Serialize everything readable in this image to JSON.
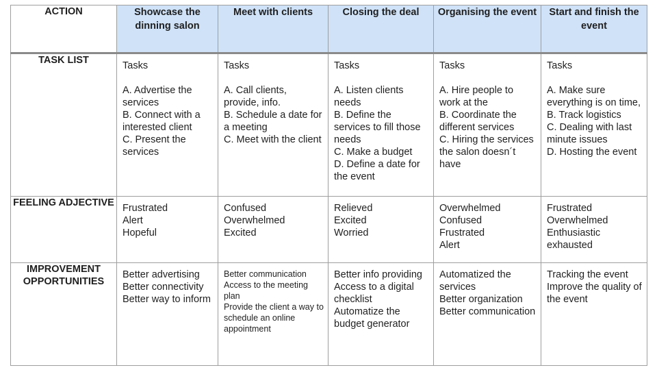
{
  "table": {
    "corner": "ACTION",
    "columns": [
      "Showcase the dinning salon",
      "Meet with clients",
      "Closing the deal",
      "Organising the event",
      "Start and finish the event"
    ],
    "rows": {
      "task_list": {
        "label": "TASK LIST",
        "cells": [
          {
            "heading": "Tasks",
            "lines": [
              "A. Advertise the services",
              "B. Connect with a interested client",
              "C. Present the services"
            ]
          },
          {
            "heading": "Tasks",
            "lines": [
              "A. Call clients, provide, info.",
              "B. Schedule a date for a meeting",
              "C. Meet with the client"
            ]
          },
          {
            "heading": "Tasks",
            "lines": [
              "A. Listen clients needs",
              "B. Define the services to fill those needs",
              "C. Make a budget",
              "D. Define a date for the event"
            ]
          },
          {
            "heading": "Tasks",
            "lines": [
              "A. Hire people to work at the",
              "B. Coordinate the different services",
              "C. Hiring the services the salon doesn´t have"
            ]
          },
          {
            "heading": "Tasks",
            "lines": [
              "A. Make sure everything is on time,",
              "B. Track logistics",
              "C.  Dealing with last minute issues",
              "D. Hosting the event"
            ]
          }
        ]
      },
      "feeling": {
        "label": "FEELING ADJECTIVE",
        "cells": [
          [
            "Frustrated",
            "Alert",
            "Hopeful"
          ],
          [
            "Confused",
            "Overwhelmed",
            "Excited"
          ],
          [
            "Relieved",
            "Excited",
            "Worried"
          ],
          [
            "Overwhelmed",
            "Confused",
            "Frustrated",
            "Alert"
          ],
          [
            "Frustrated",
            "Overwhelmed",
            "Enthusiastic",
            "exhausted"
          ]
        ]
      },
      "improvement": {
        "label": "IMPROVEMENT OPPORTUNITIES",
        "cells": [
          [
            "Better advertising",
            "Better connectivity",
            "Better way to inform"
          ],
          [
            "Better communication",
            "Access to the meeting plan",
            "Provide the client a way to schedule an online appointment"
          ],
          [
            "Better info providing",
            "Access to a digital checklist",
            "Automatize the budget generator"
          ],
          [
            "Automatized the services",
            "Better organization",
            "Better communication"
          ],
          [
            "Tracking the event",
            "Improve the quality of the event"
          ]
        ]
      }
    }
  }
}
